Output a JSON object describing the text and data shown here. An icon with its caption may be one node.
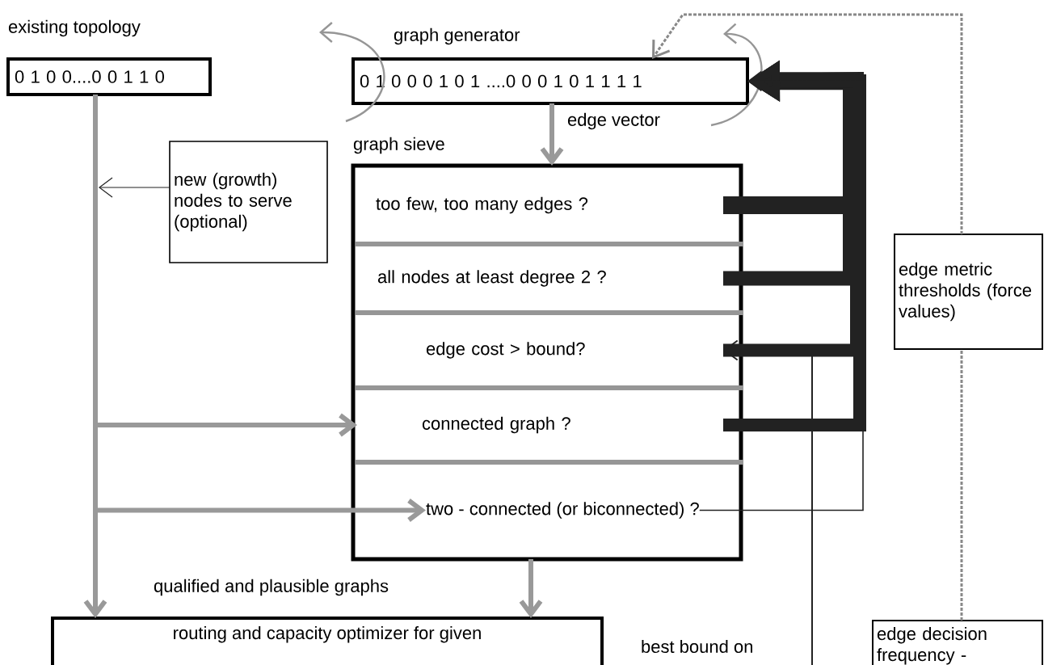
{
  "diagram": {
    "nodes": [
      {
        "text": [
          "existing topology",
          "0 1 0 0....0 0 1 1 0"
        ]
      },
      {
        "text": [
          "graph generator",
          "0 1 0 0 0 1 0 1 ....0 0 0 1 0 1 1 1 1"
        ]
      },
      {
        "text": [
          "new (growth) nodes to serve (optional)"
        ]
      },
      {
        "text": [
          "graph sieve"
        ]
      },
      {
        "text": [
          "too few, too many edges ?"
        ],
        "in": 3
      },
      {
        "text": [
          "all nodes at least degree 2 ?"
        ],
        "in": 3
      },
      {
        "text": [
          "edge cost > bound?"
        ],
        "in": 3
      },
      {
        "text": [
          "connected graph ?"
        ],
        "in": 3
      },
      {
        "text": [
          "two - connected (or biconnected) ?"
        ],
        "in": 3
      },
      {
        "text": [
          "edge metric thresholds (force values)"
        ]
      },
      {
        "text": [
          "routing and capacity optimizer for given"
        ]
      },
      {
        "text": [
          "edge decision frequency -"
        ]
      }
    ],
    "edges": [
      {
        "from": 0,
        "to": 10,
        "arrow": "to",
        "color": "#999999"
      },
      {
        "from": 0,
        "to": 7,
        "arrow": "to",
        "color": "#999999"
      },
      {
        "from": 0,
        "to": 8,
        "arrow": "to",
        "color": "#999999"
      },
      {
        "from": 2,
        "to": null,
        "arrow": "to"
      },
      {
        "from": 1,
        "to": 3,
        "arrow": "to",
        "color": "#999999",
        "label": "edge vector"
      },
      {
        "from": 3,
        "to": 10,
        "arrow": "to",
        "color": "#999999"
      },
      {
        "from": 4,
        "to": 1,
        "arrow": "to",
        "style": "thick"
      },
      {
        "from": 5,
        "to": 1,
        "arrow": "to",
        "style": "thick"
      },
      {
        "from": 6,
        "to": 1,
        "arrow": "to",
        "style": "thick"
      },
      {
        "from": 7,
        "to": 1,
        "arrow": "to",
        "style": "thick"
      },
      {
        "from": 8,
        "to": 1,
        "arrow": "to"
      },
      {
        "from": null,
        "to": 6,
        "arrow": "to"
      },
      {
        "from": 11,
        "to": 9,
        "arrow": "none",
        "style": "dashed",
        "color": "#888888"
      },
      {
        "from": 9,
        "to": 1,
        "arrow": "to",
        "style": "dashed",
        "color": "#888888"
      }
    ],
    "labels": [
      "qualified and plausible graphs",
      "best bound on"
    ]
  }
}
